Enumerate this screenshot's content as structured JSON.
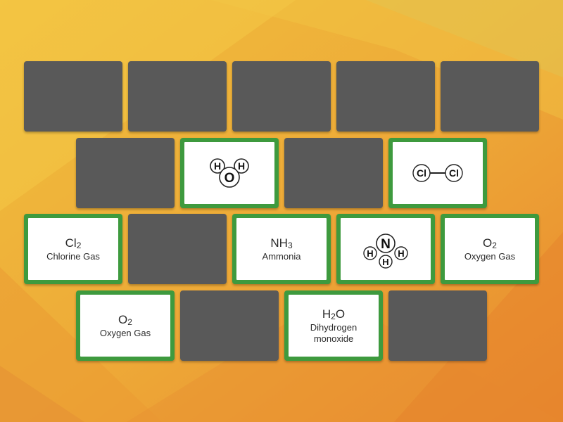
{
  "colors": {
    "card_back": "#595959",
    "matched_border": "#3e9a3e",
    "card_face": "#ffffff"
  },
  "cards": {
    "water_diagram": {
      "atoms": [
        "H",
        "O",
        "H"
      ],
      "icon": "water-molecule-icon"
    },
    "chlorine_diagram": {
      "atoms": [
        "Cl",
        "Cl"
      ],
      "icon": "chlorine-molecule-icon"
    },
    "ammonia_diagram": {
      "atoms": [
        "N",
        "H",
        "H",
        "H"
      ],
      "icon": "ammonia-molecule-icon"
    },
    "chlorine_text": {
      "formula_main": "Cl",
      "formula_sub": "2",
      "name": "Chlorine Gas"
    },
    "ammonia_text": {
      "formula_main": "NH",
      "formula_sub": "3",
      "name": "Ammonia"
    },
    "oxygen_text_1": {
      "formula_main": "O",
      "formula_sub": "2",
      "name": "Oxygen Gas"
    },
    "oxygen_text_2": {
      "formula_main": "O",
      "formula_sub": "2",
      "name": "Oxygen Gas"
    },
    "water_text": {
      "formula_main": "H",
      "formula_sub": "2",
      "formula_tail": "O",
      "name_line1": "Dihydrogen",
      "name_line2": "monoxide"
    }
  }
}
